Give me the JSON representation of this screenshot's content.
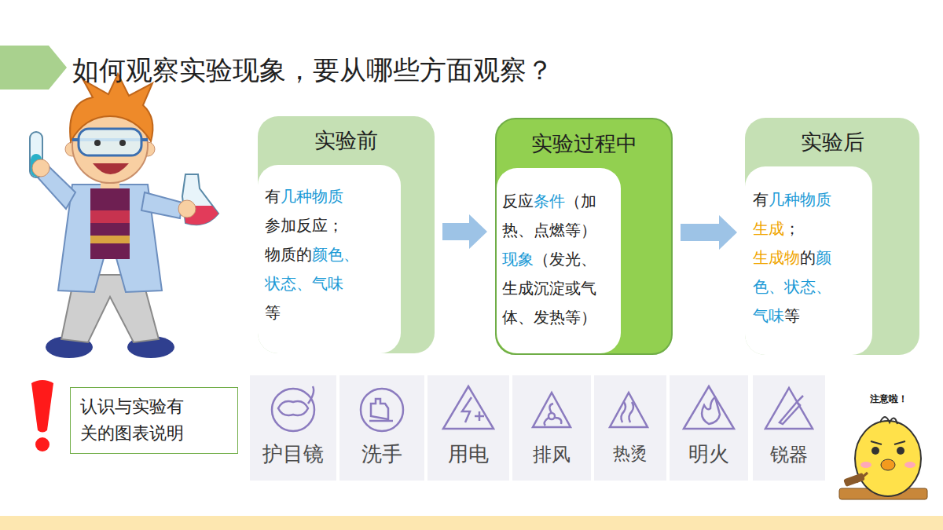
{
  "diagram": {
    "title": "如何观察实验现象，要从哪些方面观察？",
    "nodes": [
      {
        "text": [
          "实验前",
          "有几种物质 参加反应； 物质的颜色、 状态、气味 等"
        ]
      },
      {
        "text": [
          "实验过程中",
          "反应条件（加 热、点燃等） 现象（发光、 生成沉淀或气 体、发热等）"
        ]
      },
      {
        "text": [
          "实验后",
          "有几种物质 生成； 生成物的颜 色、状态、 气味等"
        ]
      },
      {
        "text": [
          "认识与实验有 关的图表说明"
        ]
      }
    ],
    "edges": [
      {
        "from": 0,
        "to": 1,
        "arrow": "to"
      },
      {
        "from": 1,
        "to": 2,
        "arrow": "to"
      }
    ],
    "labels": [
      "护目镜",
      "洗手",
      "用电",
      "排风",
      "热烫",
      "明火",
      "锐器",
      "注意啦！"
    ]
  }
}
